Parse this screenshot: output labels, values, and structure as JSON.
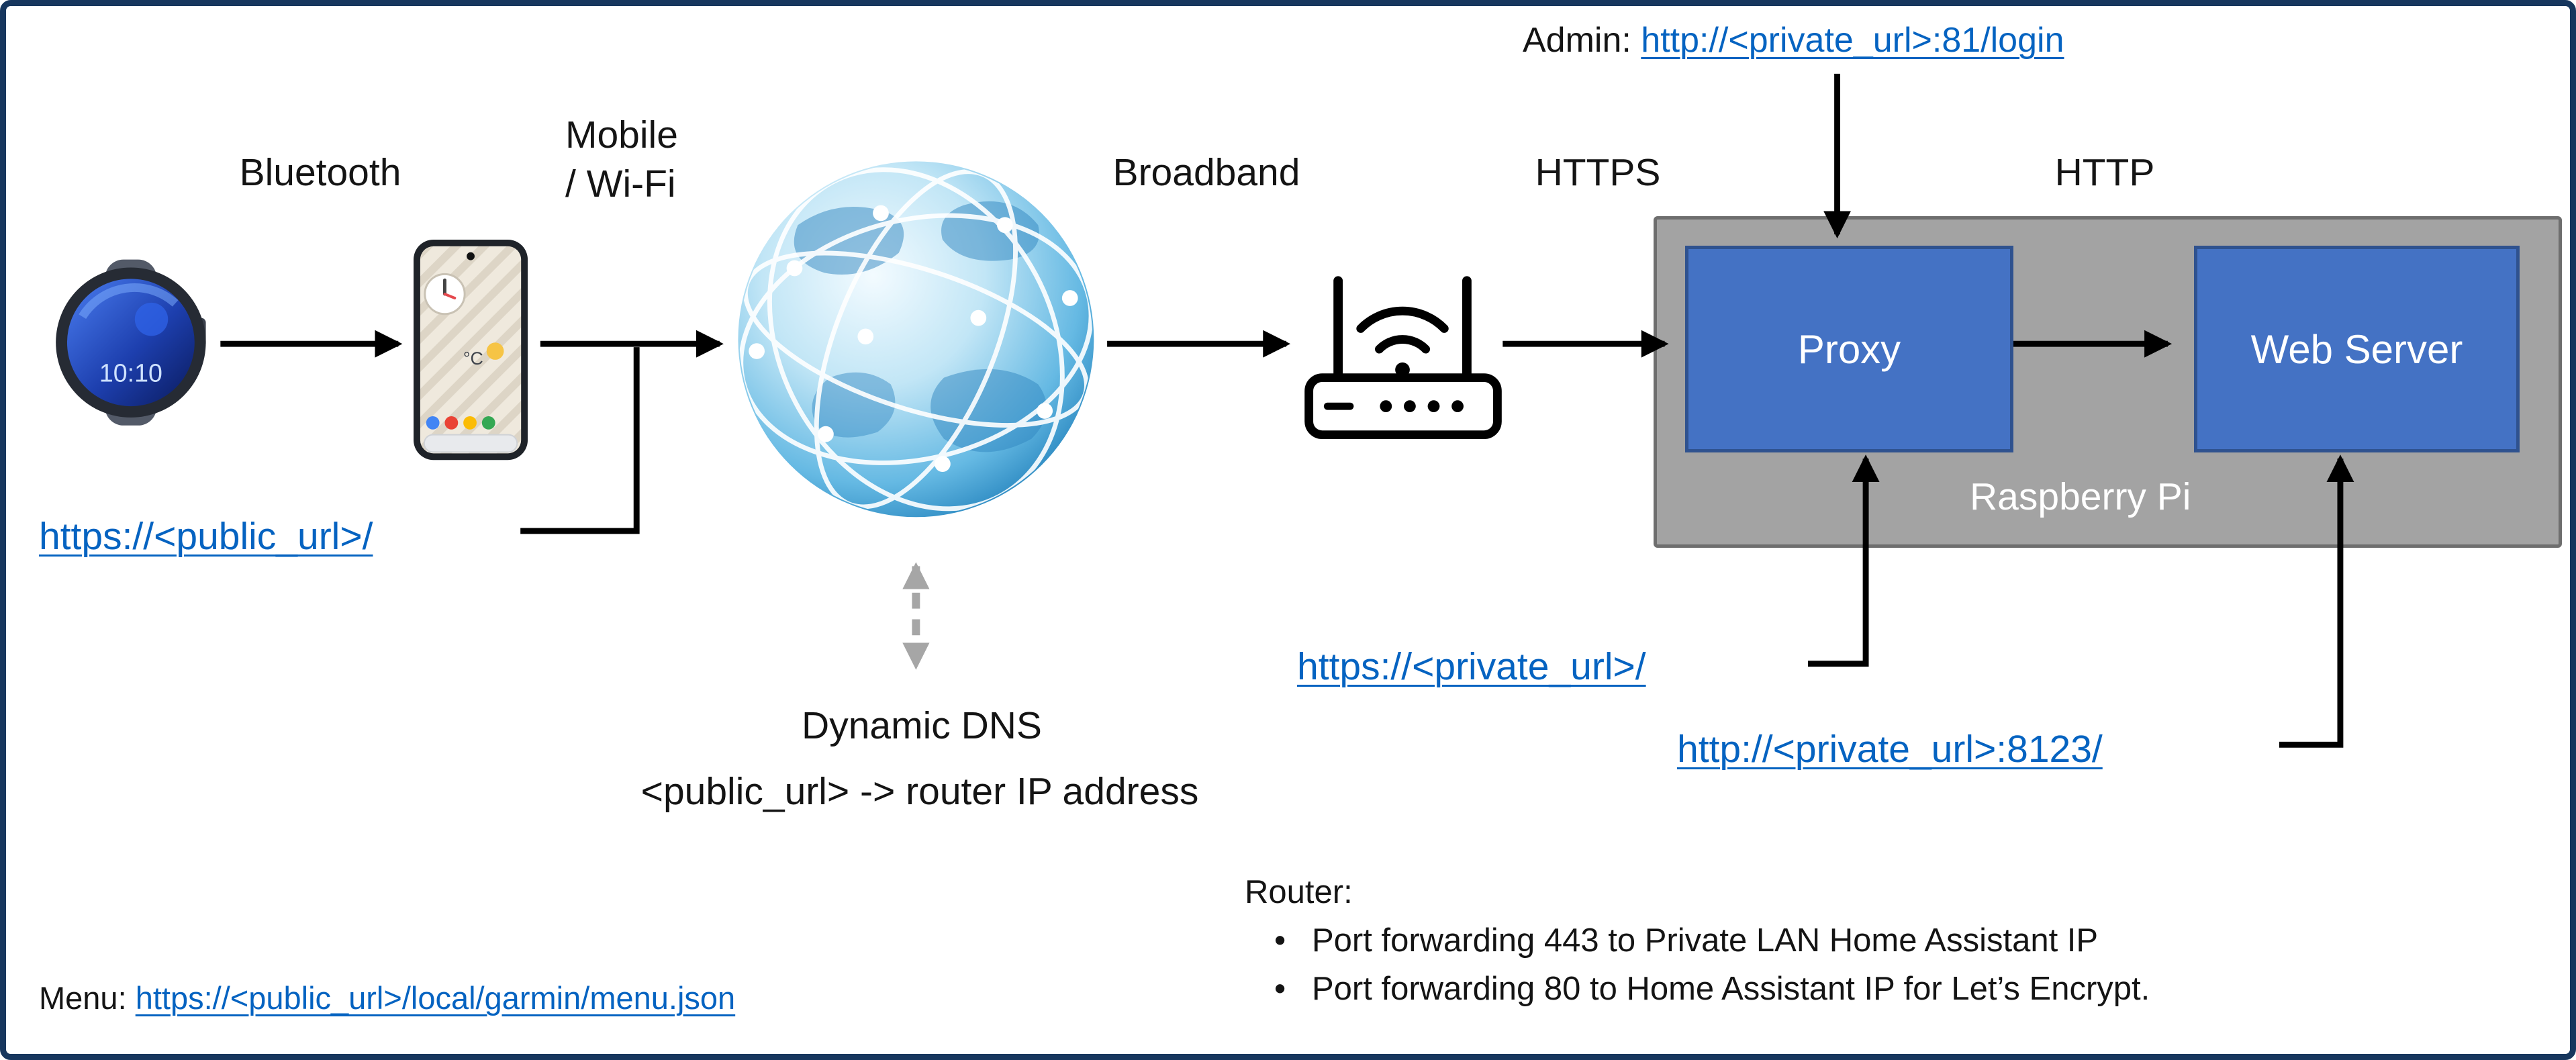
{
  "diagram": {
    "nodes": {
      "proxy_label": "Proxy",
      "web_server_label": "Web Server",
      "raspberry_pi_label": "Raspberry Pi"
    },
    "edge_labels": {
      "bluetooth": "Bluetooth",
      "mobile_wifi_line1": "Mobile",
      "mobile_wifi_line2": "/ Wi-Fi",
      "broadband": "Broadband",
      "https": "HTTPS",
      "http": "HTTP"
    },
    "dns": {
      "title": "Dynamic DNS",
      "mapping": "<public_url> -> router IP address"
    },
    "urls": {
      "admin_prefix": "Admin: ",
      "admin_link": "http://<private_url>:81/login",
      "public_link": "https://<public_url>/",
      "private_link": "https://<private_url>/",
      "private_8123_link": "http://<private_url>:8123/",
      "menu_prefix": "Menu: ",
      "menu_link": "https://<public_url>/local/garmin/menu.json"
    },
    "router_notes": {
      "title": "Router:",
      "items": [
        "Port forwarding 443 to Private LAN Home Assistant IP",
        "Port forwarding 80 to Home Assistant IP for Let’s Encrypt."
      ]
    },
    "device_screens": {
      "watch_time": "10:10",
      "phone_weather": "°C"
    },
    "colors": {
      "node_fill": "#4472C4",
      "node_border": "#2F528F",
      "raspberry_pi_fill": "#A3A3A3",
      "link_blue": "#0563C1",
      "frame_navy": "#17375E",
      "arrow_black": "#000000",
      "dashed_gray": "#A6A6A6"
    }
  }
}
